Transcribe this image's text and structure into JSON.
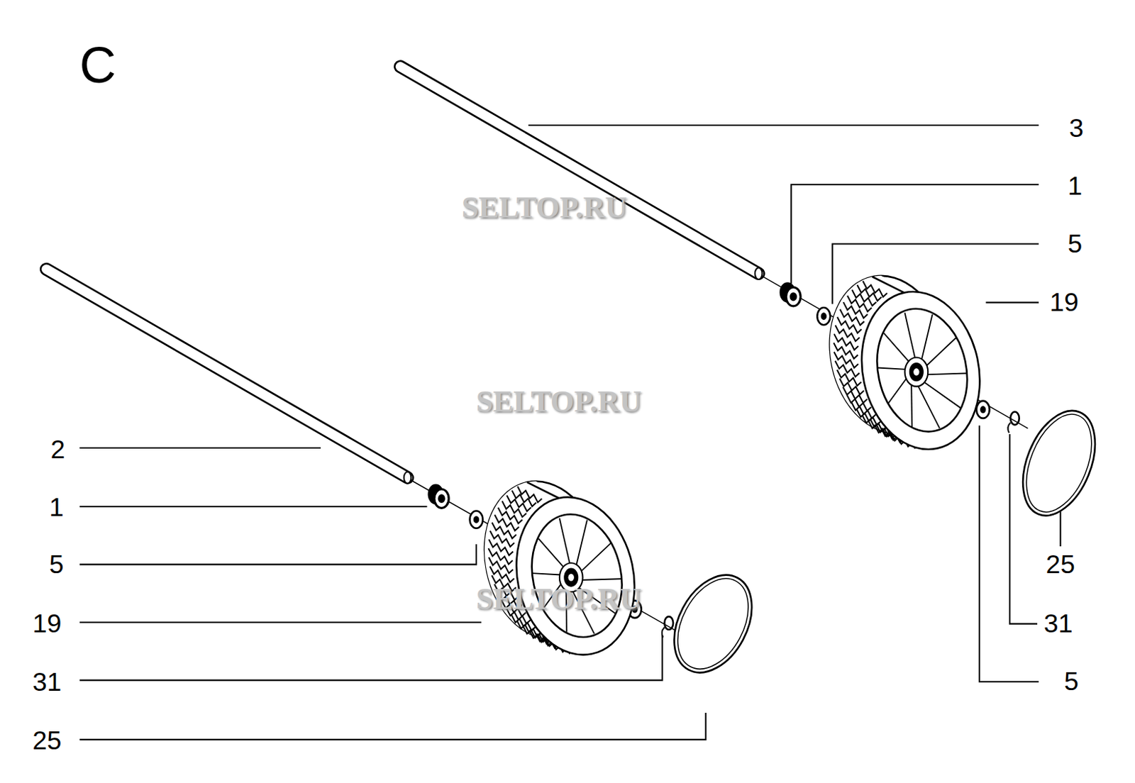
{
  "diagram": {
    "labels": [
      "C",
      "3",
      "1",
      "5",
      "19",
      "SELTOP.RU",
      "SELTOP.RU",
      "2",
      "1",
      "5",
      "19",
      "SELTOP.RU",
      "31",
      "25",
      "31",
      "5",
      "25"
    ]
  }
}
